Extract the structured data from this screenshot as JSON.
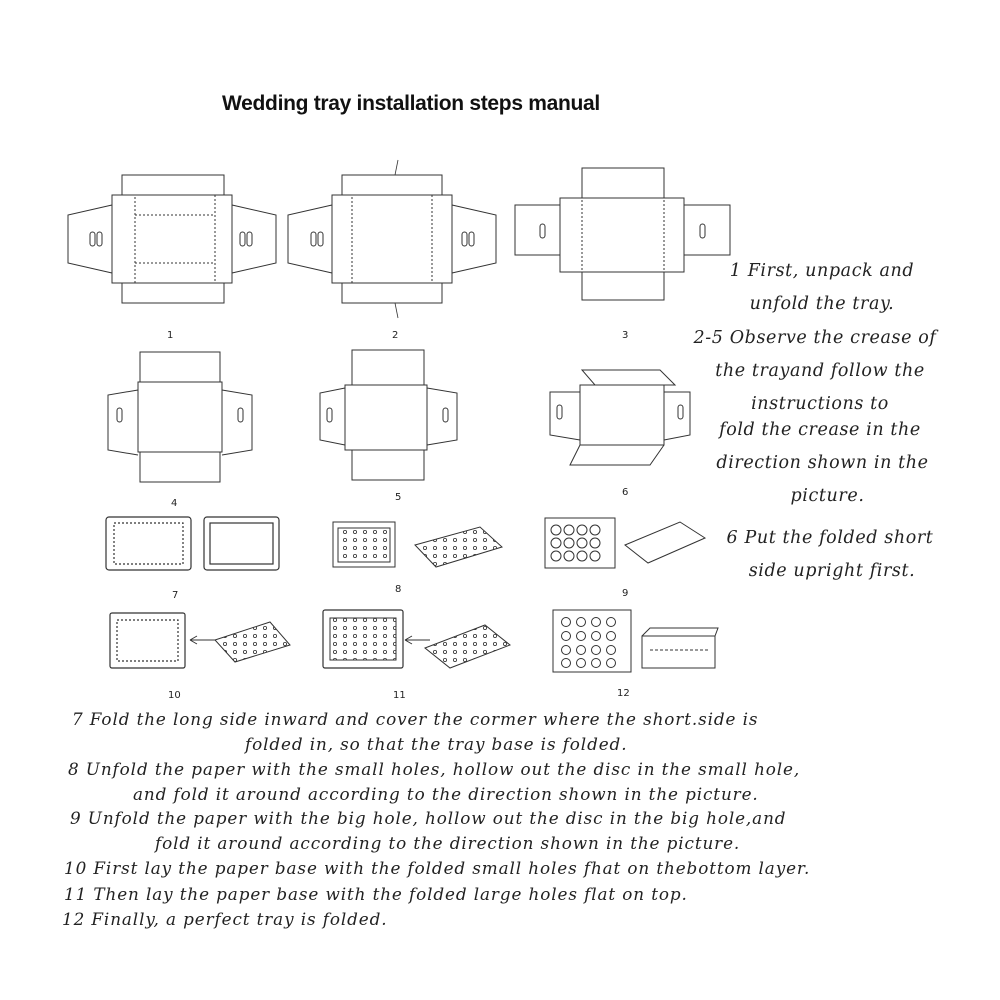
{
  "title": "Wedding tray installation steps manual",
  "figure_numbers": [
    "1",
    "2",
    "3",
    "4",
    "5",
    "6",
    "7",
    "8",
    "9",
    "10",
    "11",
    "12"
  ],
  "side_instructions": [
    "1 First, unpack and",
    "unfold the tray.",
    "2-5 Observe the crease of",
    "the trayand follow the",
    "instructions to",
    "fold the crease in the",
    "direction shown in the",
    "picture.",
    "6 Put the folded short",
    "side upright first."
  ],
  "bottom_instructions": [
    "7 Fold the long side inward and cover the cormer where the short.side is",
    "folded in, so that the tray base is folded.",
    "8 Unfold the paper with the small holes, hollow out the disc in the small hole,",
    "and fold it around according to the direction shown in the picture.",
    "9 Unfold the paper with the big hole, hollow out the disc in the big hole,and",
    "fold it around according to the direction shown in the picture.",
    "10 First lay the paper base with the folded small holes fhat on thebottom layer.",
    "11 Then lay the paper base with the folded large holes flat on top.",
    "12 Finally, a perfect tray is folded."
  ]
}
